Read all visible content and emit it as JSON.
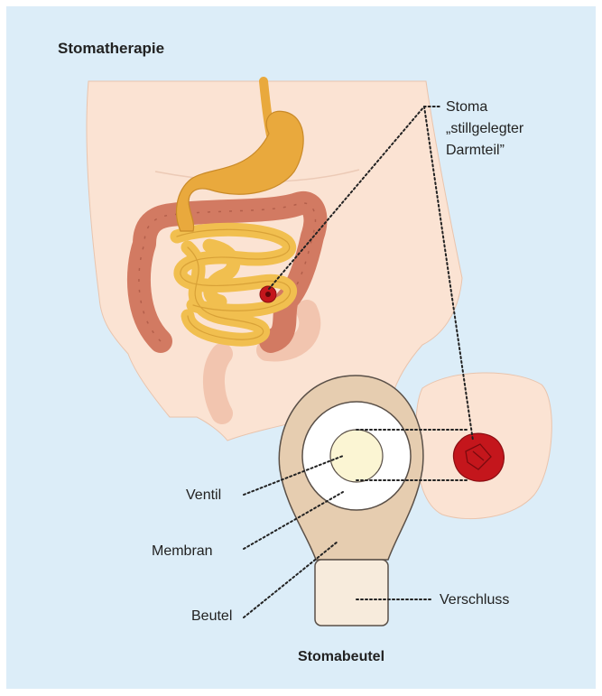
{
  "title": "Stomatherapie",
  "caption": "Stomabeutel",
  "labels": {
    "stoma_line1": "Stoma",
    "stoma_line2": "„stillgelegter",
    "stoma_line3": "Darmteil”",
    "ventil": "Ventil",
    "membran": "Membran",
    "beutel": "Beutel",
    "verschluss": "Verschluss"
  },
  "colors": {
    "background": "#dcedf8",
    "skin": "#fbe3d3",
    "stomach": "#e9a93d",
    "small_intestine": "#f1bf4f",
    "colon": "#d27a62",
    "stoma": "#c4161c",
    "bag": "#e6cdb0",
    "membrane": "#ffffff",
    "valve": "#fbf5d3",
    "closure": "#f7ebdc"
  }
}
